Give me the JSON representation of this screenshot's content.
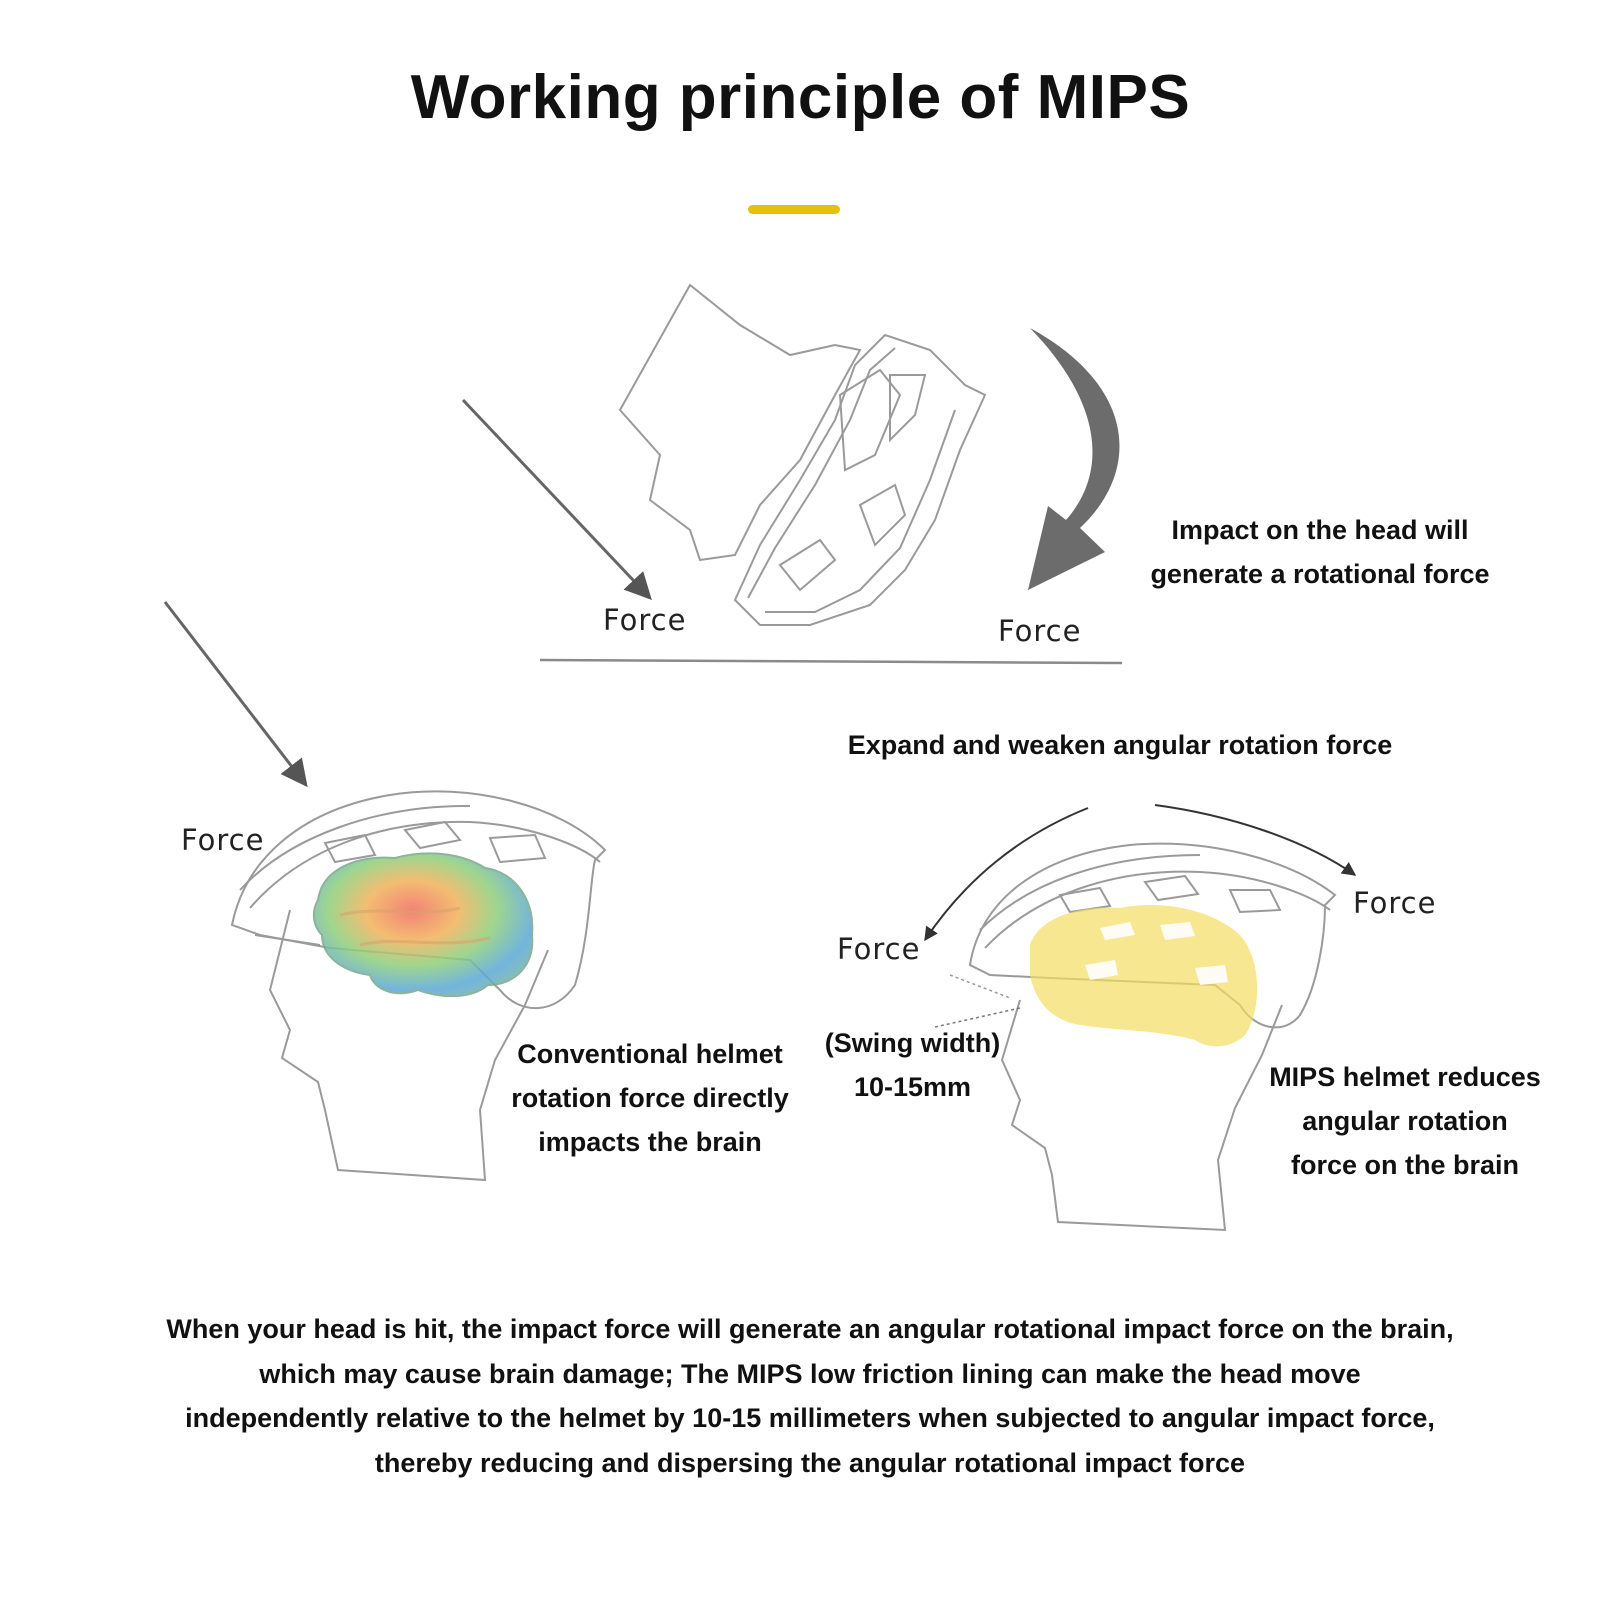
{
  "title": "Working principle of MIPS",
  "colors": {
    "accent": "#e2c20a",
    "arrow": "#666666",
    "mips_layer": "#f3dd63",
    "line": "#8a8a8a"
  },
  "force_label": "Force",
  "top_diagram": {
    "caption_lines": [
      "Impact on the head will",
      "generate a rotational force"
    ]
  },
  "mips_heading": "Expand and weaken angular rotation force",
  "conventional": {
    "caption_lines": [
      "Conventional helmet",
      "rotation force directly",
      "impacts the brain"
    ]
  },
  "mips": {
    "swing_lines": [
      "(Swing width)",
      "10-15mm"
    ],
    "caption_lines": [
      "MIPS helmet reduces",
      "angular rotation",
      "force on the brain"
    ]
  },
  "description_lines": [
    "When your head is hit, the impact force will generate an angular rotational impact force on the brain,",
    "which may cause brain damage; The MIPS low friction lining can make the head move",
    "independently relative to the helmet by 10-15 millimeters when subjected to angular impact force,",
    "thereby reducing and dispersing the angular rotational impact force"
  ]
}
